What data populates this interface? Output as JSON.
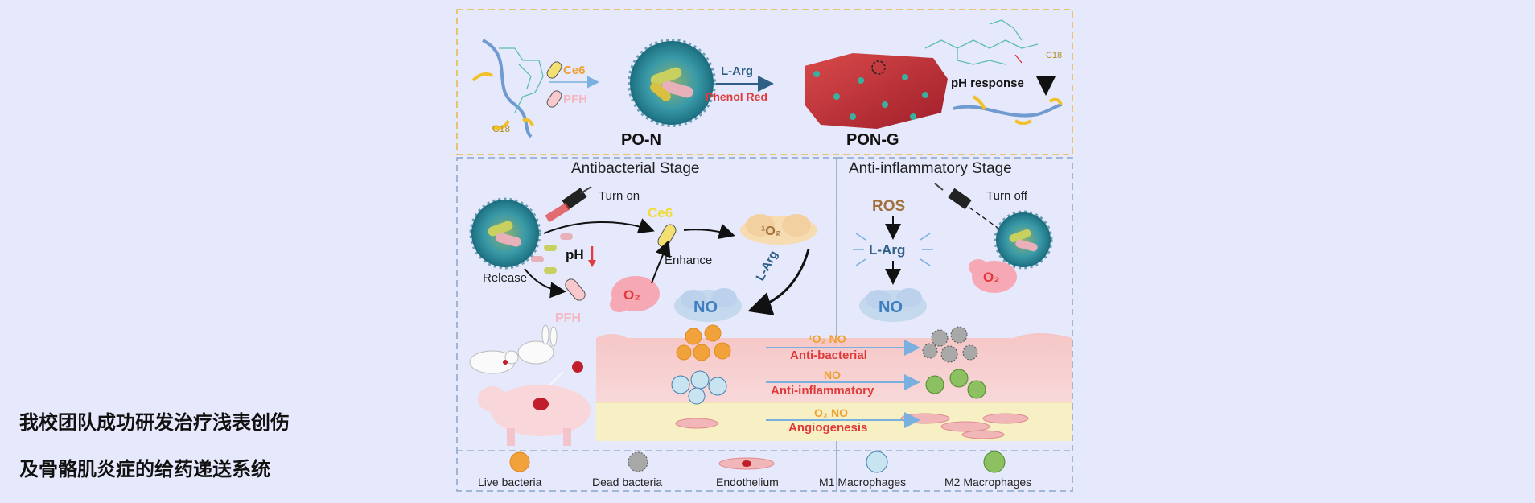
{
  "caption": {
    "line1": "我校团队成功研发治疗浅表创伤",
    "line2": "及骨骼肌炎症的给药递送系统"
  },
  "top": {
    "ce6": "Ce6",
    "pfh": "PFH",
    "l_arg": "L-Arg",
    "phenol_red": "Phenol Red",
    "po_n": "PO-N",
    "pon_g": "PON-G",
    "ph_response": "pH response",
    "c18_left": "C18",
    "c18_right": "C18"
  },
  "antibacterial": {
    "title": "Antibacterial Stage",
    "turn_on": "Turn on",
    "ce6": "Ce6",
    "singlet_o2": "¹O₂",
    "ph": "pH",
    "enhance": "Enhance",
    "release": "Release",
    "o2": "O₂",
    "l_arg": "L-Arg",
    "pfh": "PFH",
    "no": "NO"
  },
  "anti_inflammatory": {
    "title": "Anti-inflammatory Stage",
    "ros": "ROS",
    "l_arg": "L-Arg",
    "no": "NO",
    "turn_off": "Turn off",
    "o2": "O₂"
  },
  "tissue": {
    "row1_chem": "¹O₂   NO",
    "row1_label": "Anti-bacterial",
    "row2_chem": "NO",
    "row2_label": "Anti-inflammatory",
    "row3_chem": "O₂   NO",
    "row3_label": "Angiogenesis"
  },
  "legend": [
    "Live bacteria",
    "Dead bacteria",
    "Endothelium",
    "M1 Macrophages",
    "M2 Macrophages"
  ],
  "colors": {
    "background": "#e6e8fb",
    "dash_yellow": "#e8b845",
    "dash_blue": "#8aa6c8",
    "red_label": "#e03a3a",
    "orange": "#f0a030",
    "pink_o2": "#f08aa0",
    "navy": "#2f5f86",
    "brown": "#a0703a"
  }
}
